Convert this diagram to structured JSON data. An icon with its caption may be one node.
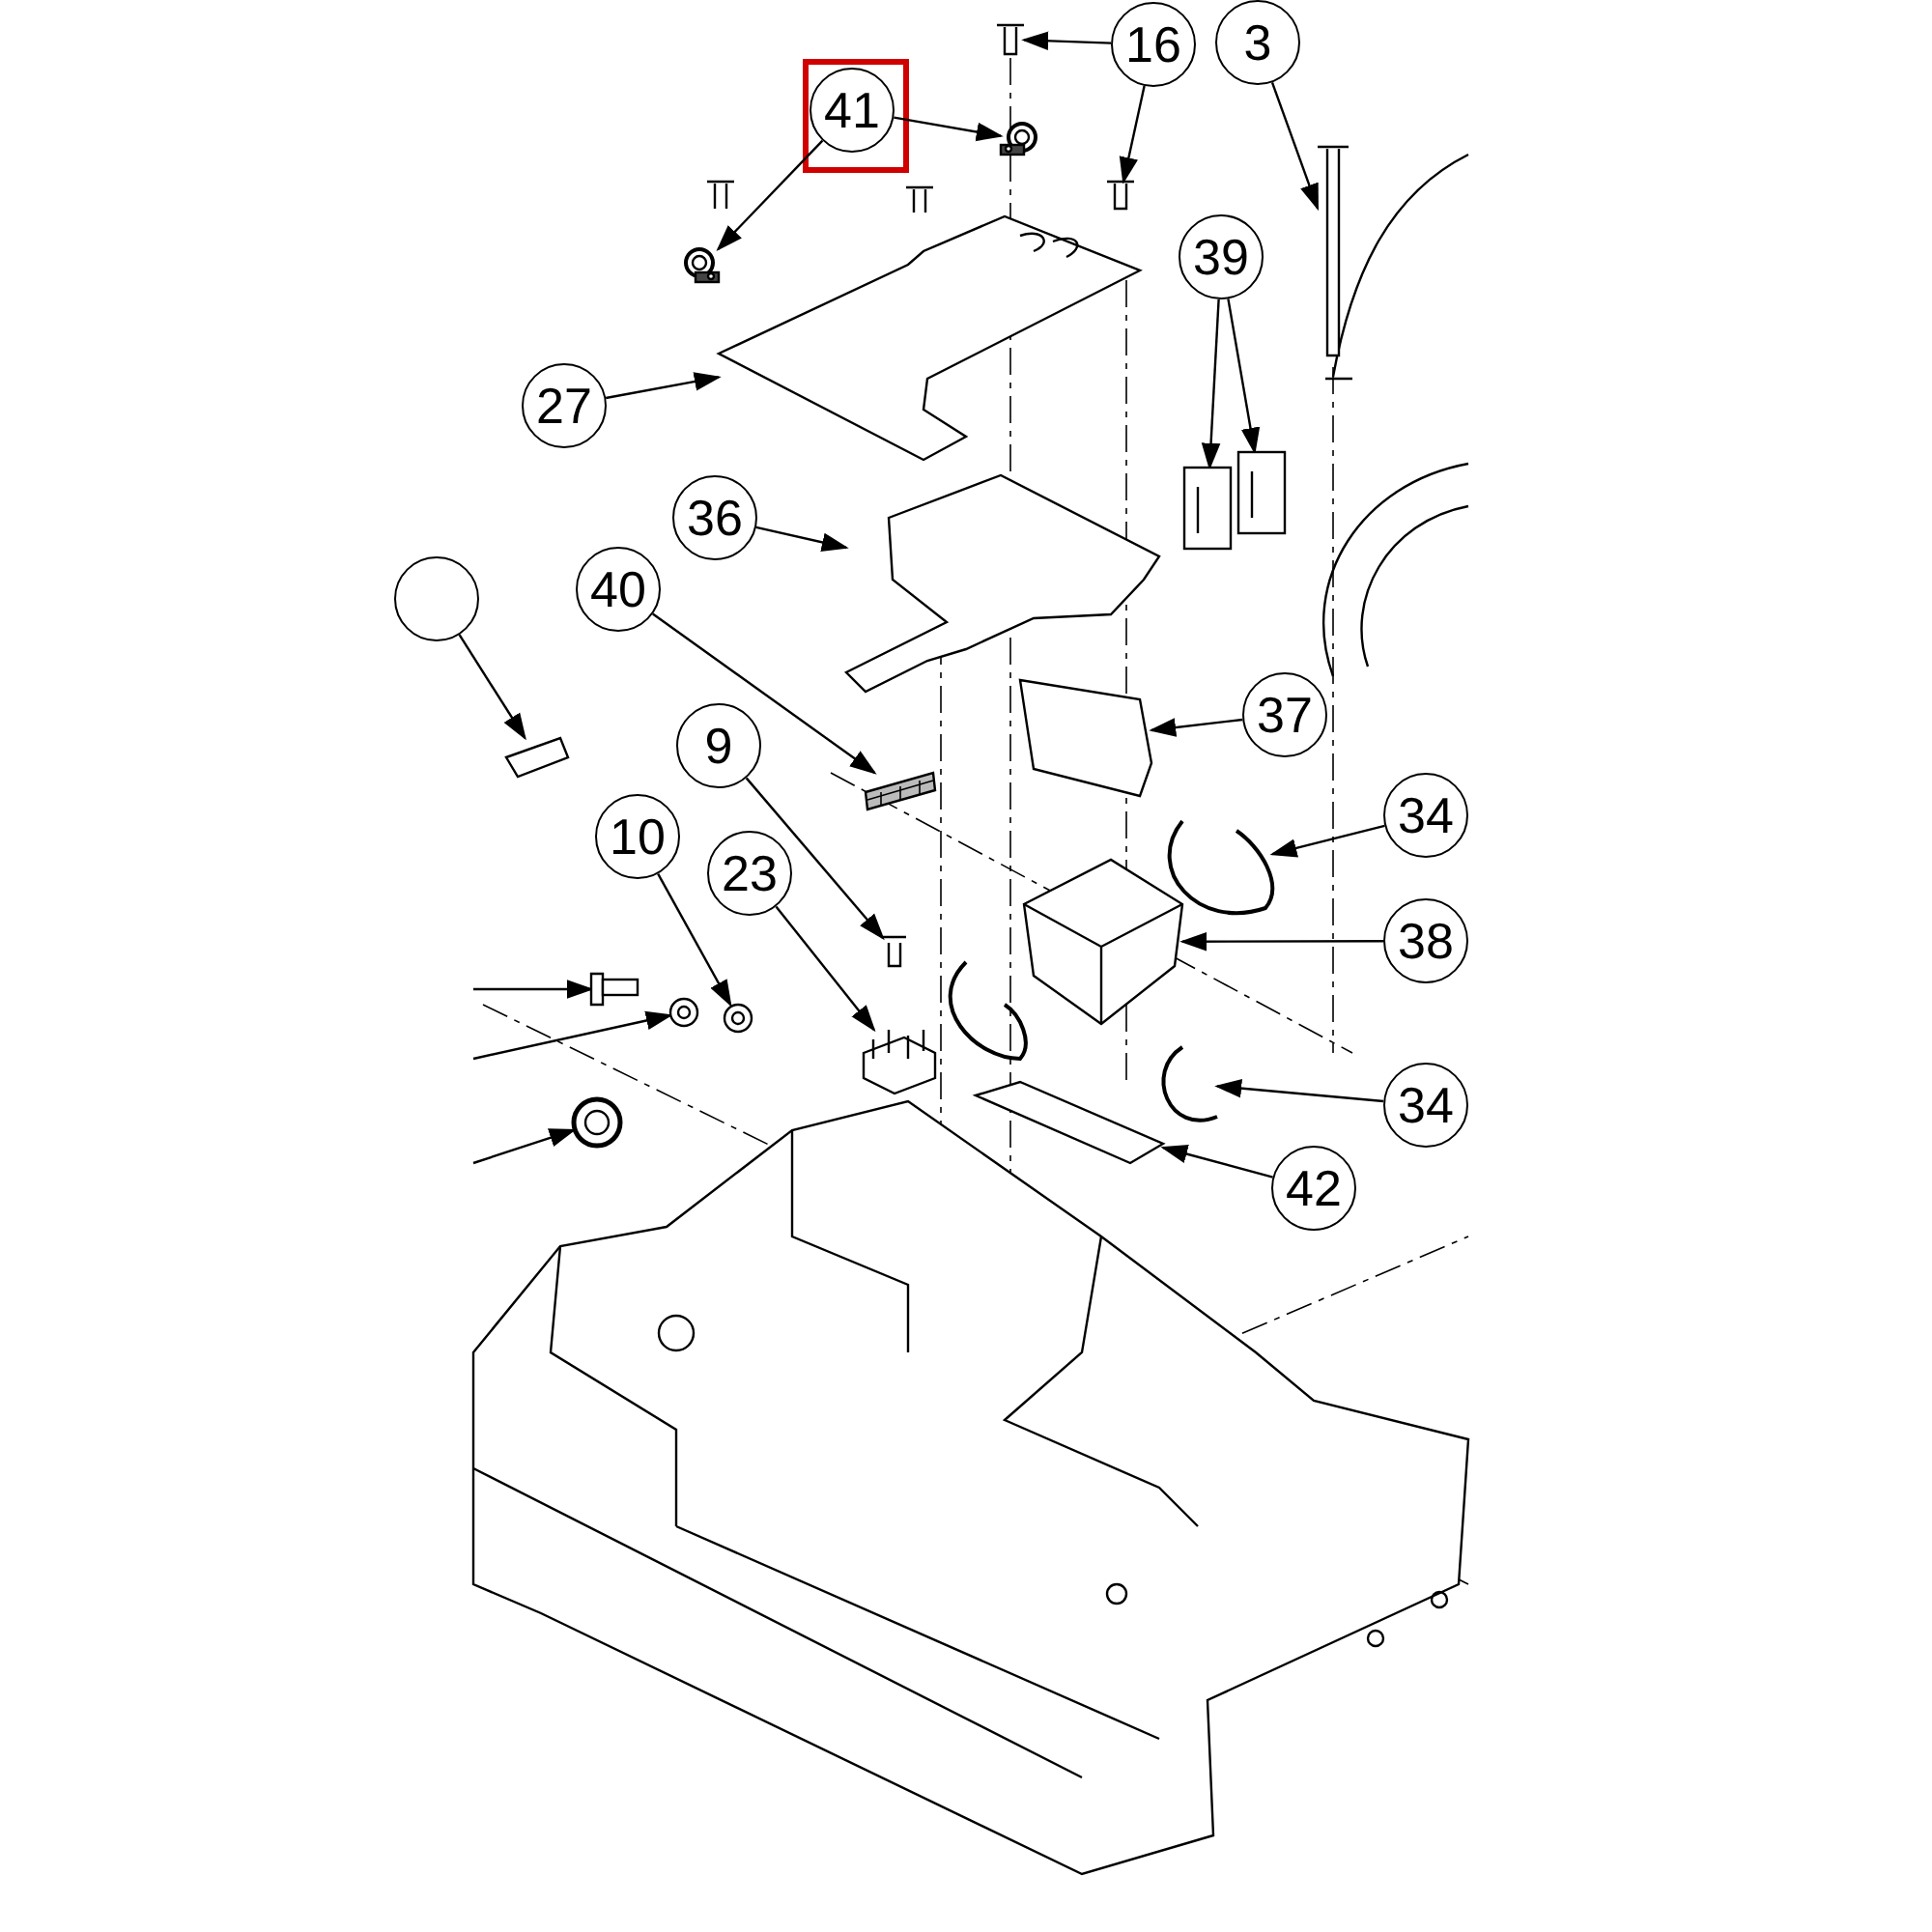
{
  "diagram": {
    "nodes": [
      {
        "text": [
          "41"
        ]
      },
      {
        "text": [
          "16"
        ]
      },
      {
        "text": [
          "3"
        ]
      },
      {
        "text": [
          "27"
        ]
      },
      {
        "text": [
          "39"
        ]
      },
      {
        "text": [
          "36"
        ]
      },
      {
        "text": [],
        "shape": "circle"
      },
      {
        "text": [
          "40"
        ]
      },
      {
        "text": [
          "37"
        ]
      },
      {
        "text": [
          "9"
        ]
      },
      {
        "text": [
          "10"
        ]
      },
      {
        "text": [
          "23"
        ]
      },
      {
        "text": [
          "34"
        ]
      },
      {
        "text": [
          "38"
        ]
      },
      {
        "text": [
          "34"
        ]
      },
      {
        "text": [
          "42"
        ]
      },
      {
        "text": [],
        "shape": "picture"
      },
      {
        "text": [],
        "shape": "picture"
      },
      {
        "text": [],
        "shape": "picture"
      },
      {
        "text": [],
        "shape": "picture"
      },
      {
        "text": [],
        "shape": "picture"
      },
      {
        "text": [],
        "shape": "picture"
      },
      {
        "text": [],
        "shape": "picture"
      },
      {
        "text": [],
        "shape": "picture"
      },
      {
        "text": [],
        "shape": "picture"
      },
      {
        "text": [],
        "shape": "picture"
      },
      {
        "text": [],
        "shape": "picture"
      },
      {
        "text": [],
        "shape": "picture"
      },
      {
        "text": [],
        "shape": "picture"
      },
      {
        "text": [],
        "shape": "picture"
      },
      {
        "text": [],
        "shape": "picture"
      },
      {
        "text": [],
        "shape": "picture"
      },
      {
        "text": [],
        "shape": "picture"
      },
      {
        "text": [],
        "shape": "picture"
      },
      {
        "text": [],
        "shape": "picture"
      },
      {
        "text": [],
        "shape": "picture"
      },
      {
        "text": [],
        "shape": "picture"
      },
      {
        "text": [],
        "shape": "picture"
      }
    ],
    "edges": [
      {
        "from": 0,
        "to": 19,
        "arrow": "to"
      },
      {
        "from": 0,
        "to": 20,
        "arrow": "to"
      },
      {
        "from": 1,
        "to": 21,
        "arrow": "to"
      },
      {
        "from": 1,
        "to": 22,
        "arrow": "to"
      },
      {
        "from": 2,
        "to": 23,
        "arrow": "to"
      },
      {
        "from": 3,
        "to": 24,
        "arrow": "to"
      },
      {
        "from": 4,
        "to": 25,
        "arrow": "to"
      },
      {
        "from": 4,
        "to": 26,
        "arrow": "to"
      },
      {
        "from": 5,
        "to": 27,
        "arrow": "to"
      },
      {
        "from": 6,
        "to": 28,
        "arrow": "to"
      },
      {
        "from": 7,
        "to": 29,
        "arrow": "to"
      },
      {
        "from": 8,
        "to": 30,
        "arrow": "to"
      },
      {
        "from": 9,
        "to": 31,
        "arrow": "to"
      },
      {
        "from": 10,
        "to": 32,
        "arrow": "to"
      },
      {
        "from": 11,
        "to": 33,
        "arrow": "to"
      },
      {
        "from": 12,
        "to": 34,
        "arrow": "to"
      },
      {
        "from": 13,
        "to": 35,
        "arrow": "to"
      },
      {
        "from": 14,
        "to": 36,
        "arrow": "to"
      },
      {
        "from": 15,
        "to": 37,
        "arrow": "to"
      },
      {
        "from": null,
        "to": 16,
        "arrow": "to"
      },
      {
        "from": null,
        "to": 17,
        "arrow": "to"
      },
      {
        "from": null,
        "to": 18,
        "arrow": "to"
      }
    ]
  }
}
